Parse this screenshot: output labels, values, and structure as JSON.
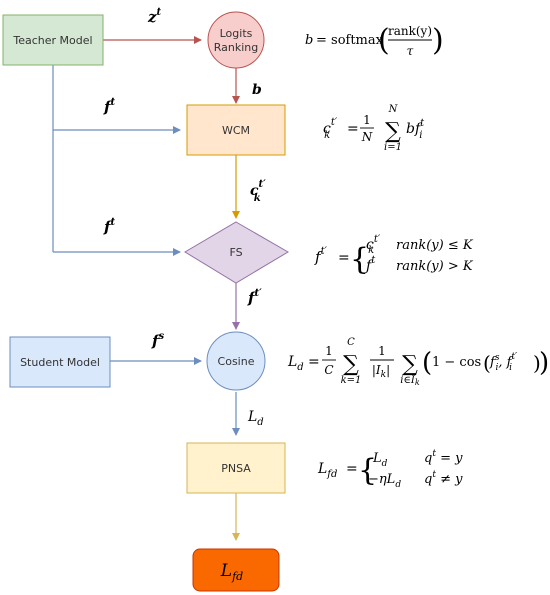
{
  "nodes": {
    "teacher": "Teacher Model",
    "logits_line1": "Logits",
    "logits_line2": "Ranking",
    "wcm": "WCM",
    "fs": "FS",
    "student": "Student Model",
    "cosine": "Cosine",
    "pnsa": "PNSA",
    "output_L": "L",
    "output_sub": "fd"
  },
  "edge_labels": {
    "zt": "z",
    "zt_sup": "t",
    "b": "b",
    "ft_wcm": "f",
    "ft_wcm_sup": "t",
    "ckt": "c",
    "ckt_sub": "k",
    "ckt_sup": "t′",
    "ft_fs": "f",
    "ft_fs_sup": "t",
    "ftp": "f",
    "ftp_sup": "t′",
    "fs": "f",
    "fs_sup": "s",
    "Ld": "L",
    "Ld_sub": "d"
  },
  "formulas": {
    "b_lhs": "b",
    "b_eq": "= softmax",
    "b_num": "rank(y)",
    "b_den": "τ",
    "ck_lhs": "c",
    "ck_sub": "k",
    "ck_sup": "t′",
    "ck_eq": "=",
    "ck_frac_num": "1",
    "ck_frac_den": "N",
    "ck_sum_top": "N",
    "ck_sum_bot": "i=1",
    "ck_body": "bf",
    "ck_body_sup": "t",
    "ck_body_sub": "i",
    "fs_lhs": "f",
    "fs_lhs_sup": "t′",
    "fs_eq": "=",
    "fs_case1_val": "c",
    "fs_case1_sub": "k",
    "fs_case1_sup": "t′",
    "fs_case1_cond": "rank(y) ≤ K",
    "fs_case2_val": "f",
    "fs_case2_sup": "t",
    "fs_case2_cond": "rank(y) > K",
    "ld_lhs": "L",
    "ld_sub": "d",
    "ld_eq": "=",
    "ld_frac1_num": "1",
    "ld_frac1_den": "C",
    "ld_sum1_top": "C",
    "ld_sum1_bot": "k=1",
    "ld_frac2_num": "1",
    "ld_frac2_den": "|I",
    "ld_frac2_den_sub": "k",
    "ld_sum2_bot": "i∈I",
    "ld_sum2_bot_sub": "k",
    "ld_body": "1 − cos",
    "ld_args_f": "f",
    "ld_args_sup1": "s",
    "ld_args_sub1": "i",
    "ld_args_f2": ", f",
    "ld_args_sup2": "t′",
    "ld_args_sub2": "i",
    "lfd_lhs": "L",
    "lfd_sub": "fd",
    "lfd_eq": "=",
    "lfd_case1_val": "L",
    "lfd_case1_sub": "d",
    "lfd_case1_cond": "q",
    "lfd_case1_cond_sup": "t",
    "lfd_case1_cond_rest": " = y",
    "lfd_case2_val": "−ηL",
    "lfd_case2_sub": "d",
    "lfd_case2_cond": "q",
    "lfd_case2_cond_sup": "t",
    "lfd_case2_cond_rest": " ≠ y"
  },
  "colors": {
    "teacher_fill": "#d5e8d4",
    "teacher_stroke": "#82b366",
    "logits_fill": "#f8cecc",
    "logits_stroke": "#b85450",
    "wcm_fill": "#ffe6cc",
    "wcm_stroke": "#d79b00",
    "fs_fill": "#e1d5e7",
    "fs_stroke": "#9673a6",
    "student_fill": "#dae8fc",
    "student_stroke": "#6c8ebf",
    "pnsa_fill": "#fff2cc",
    "pnsa_stroke": "#d6b656",
    "output_fill": "#fa6800",
    "output_stroke": "#c73500",
    "edge_red": "#b85450",
    "edge_blue": "#6c8ebf",
    "edge_orange": "#d79b00",
    "edge_purple": "#9673a6",
    "edge_yellow": "#d6b656"
  }
}
